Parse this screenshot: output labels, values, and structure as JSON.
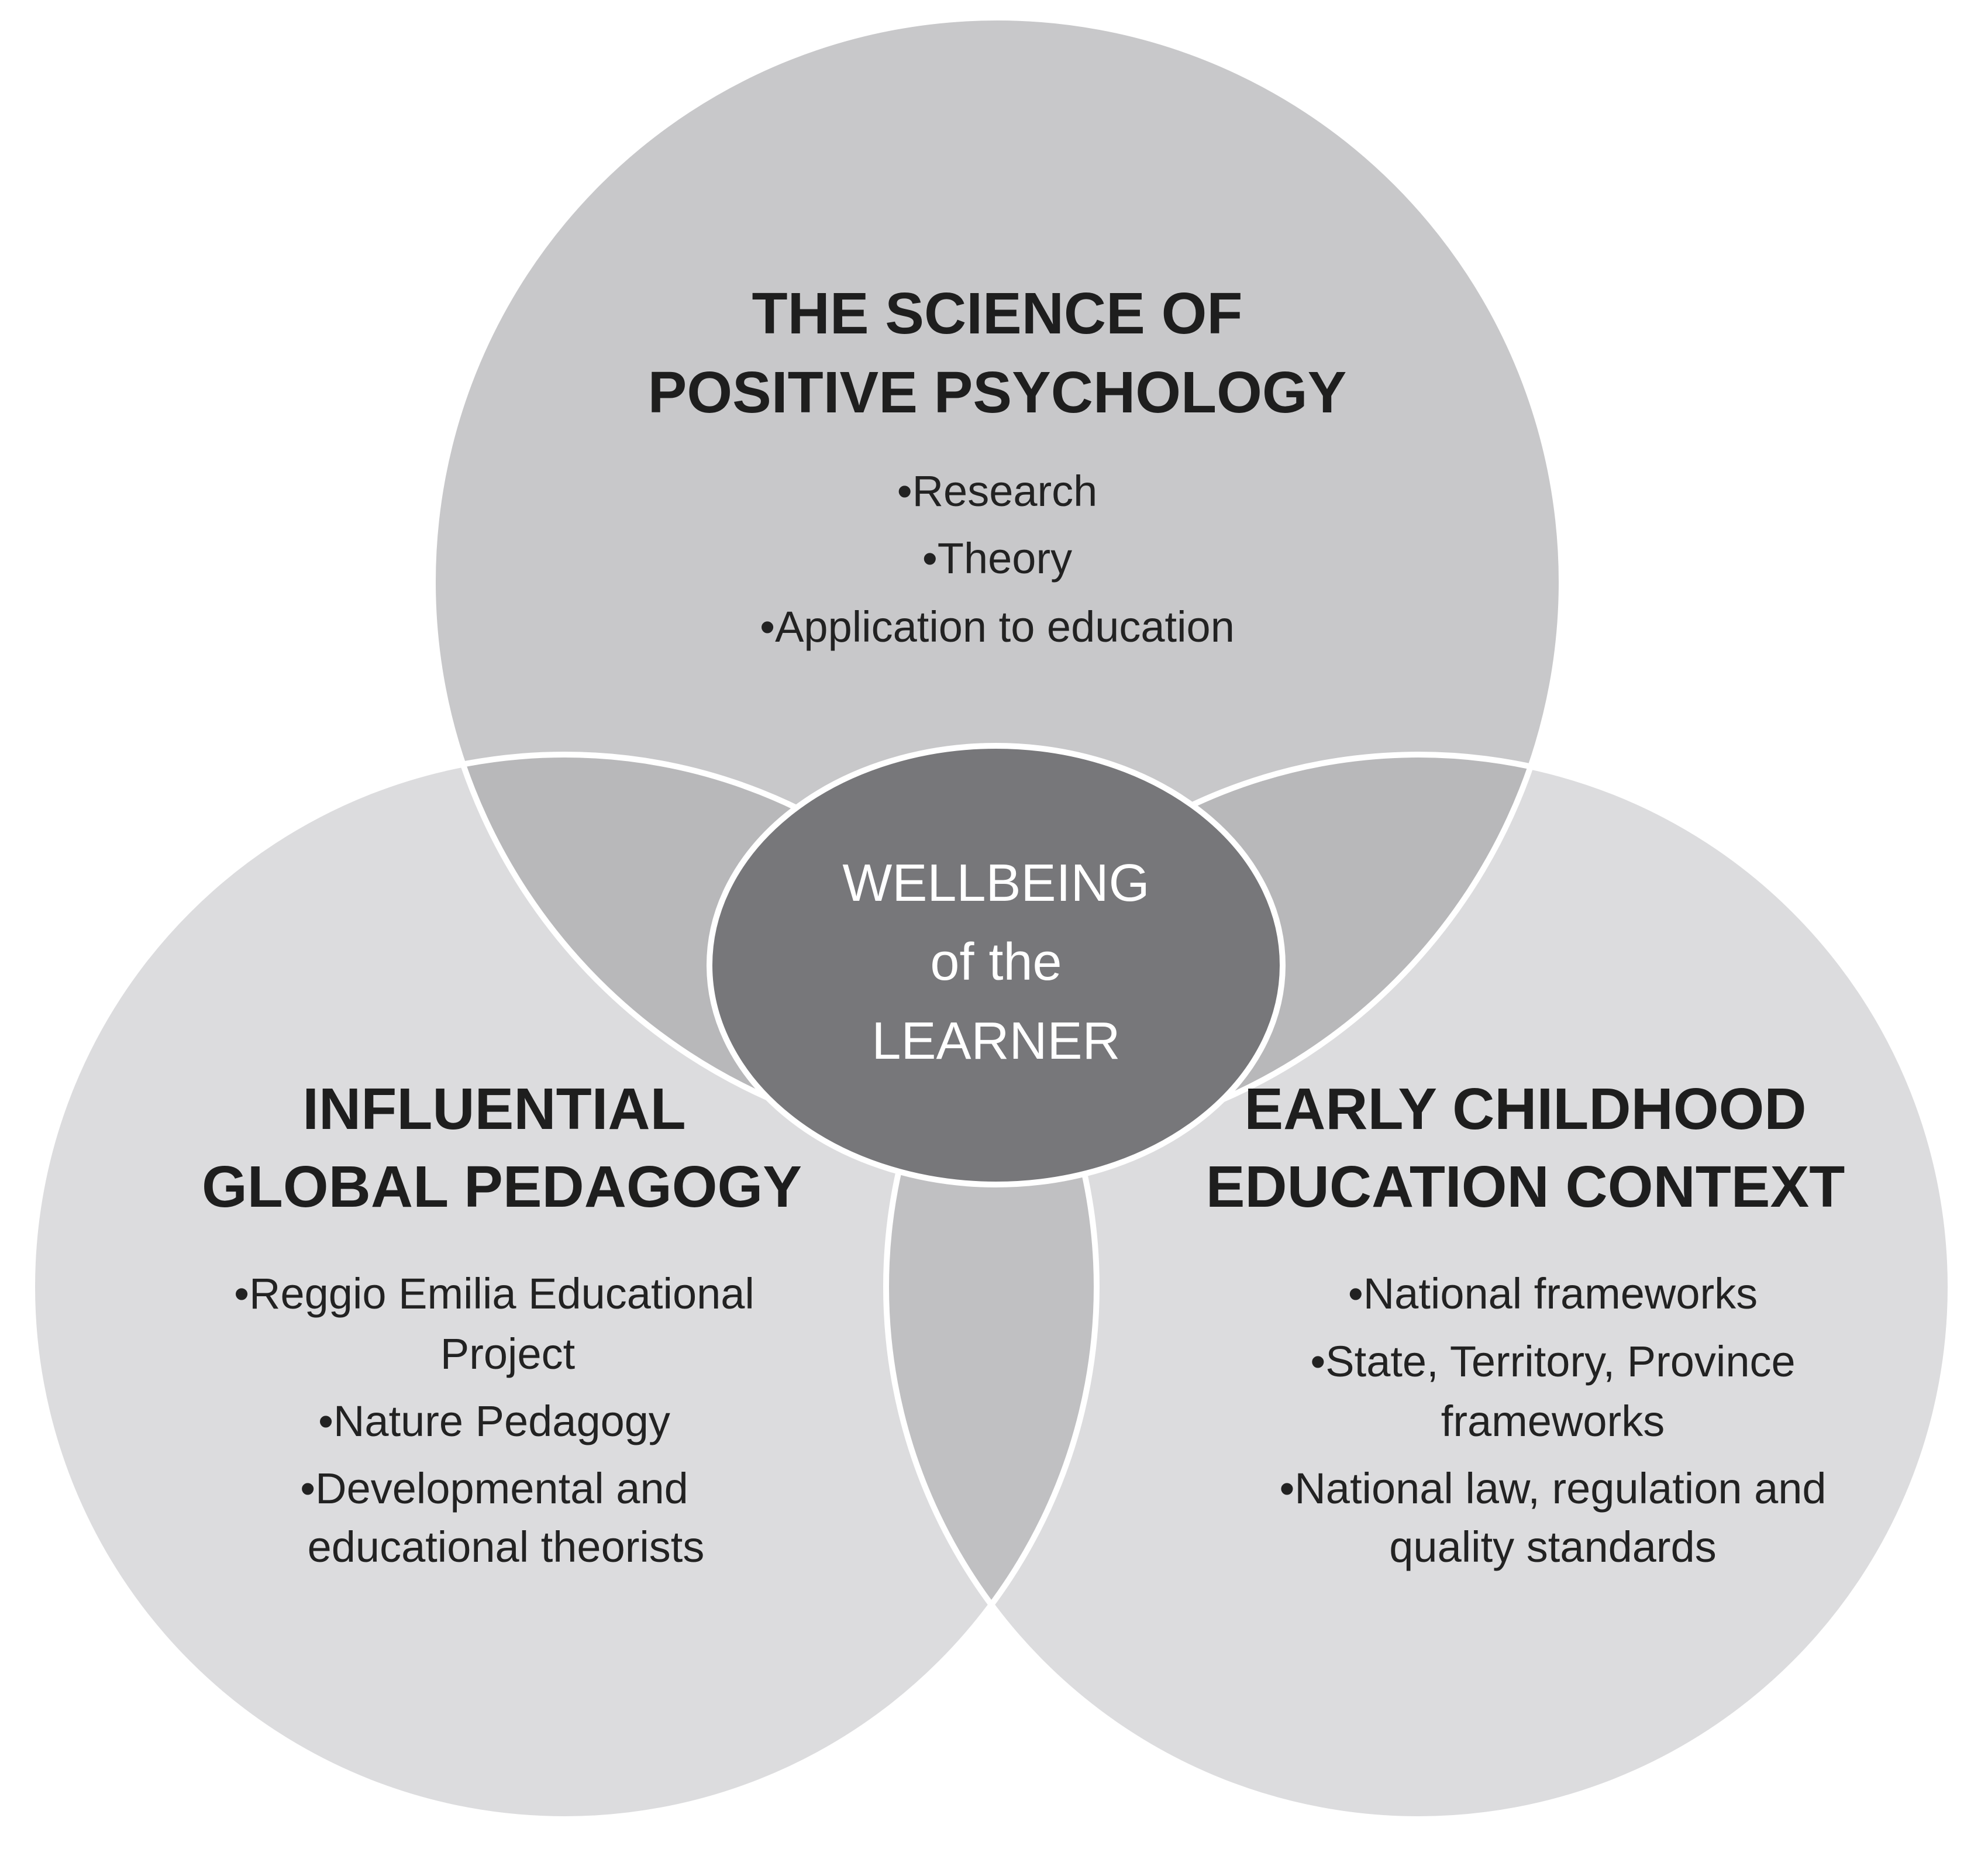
{
  "colors": {
    "top_circle": "#c8c8ca",
    "side_circles": "#dcdcde",
    "overlap": "#b8b8ba",
    "center": "#77777a",
    "outline": "#ffffff"
  },
  "top": {
    "title_lines": [
      "THE SCIENCE OF",
      "POSITIVE PSYCHOLOGY"
    ],
    "bullets": [
      "•Research",
      "•Theory",
      "•Application to education"
    ]
  },
  "left": {
    "title_lines": [
      "INFLUENTIAL",
      "GLOBAL PEDAGOGY"
    ],
    "bullets": [
      "•Reggio Emilia Educational",
      "Project",
      "•Nature Pedagogy",
      "•Developmental and",
      "educational theorists"
    ]
  },
  "right": {
    "title_lines": [
      "EARLY CHILDHOOD",
      "EDUCATION CONTEXT"
    ],
    "bullets": [
      "•National frameworks",
      "•State, Territory, Province",
      "frameworks",
      "•National law, regulation and",
      "quality standards"
    ]
  },
  "center": {
    "lines": [
      "WELLBEING",
      "of the",
      "LEARNER"
    ]
  }
}
